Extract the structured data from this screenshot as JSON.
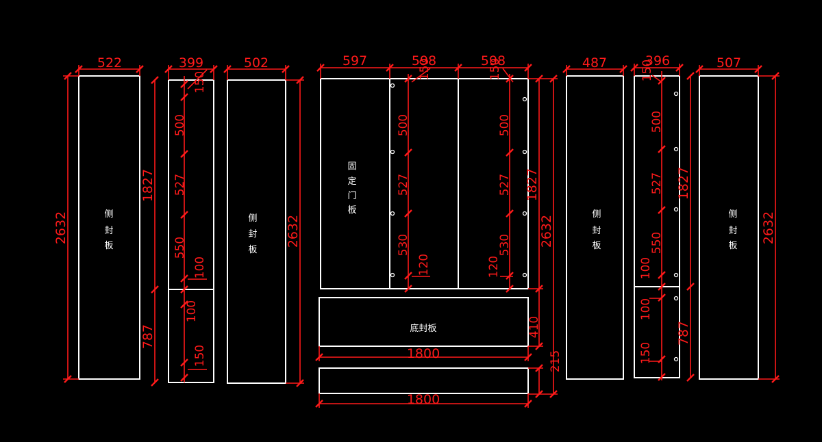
{
  "dimensions": {
    "p1_width": "522",
    "p1_height": "2632",
    "p2_width": "399",
    "p2_top": "150",
    "p2_upper": "1827",
    "p2_s1": "500",
    "p2_s2": "527",
    "p2_s3": "550",
    "p2_s4": "100",
    "p2_lower": "787",
    "p2_s5": "100",
    "p2_s6": "150",
    "p3_width": "502",
    "p3_height": "2632",
    "c_w1": "597",
    "c_w2": "598",
    "c_w3": "598",
    "c_top1": "150",
    "c_top2": "150",
    "c_s1": "500",
    "c_s2": "527",
    "c_s3": "530",
    "c_s4": "120",
    "c_r1": "500",
    "c_r2": "527",
    "c_r3": "530",
    "c_r4": "120",
    "c_upper": "1827",
    "c_total": "2632",
    "drawer_height": "410",
    "base_height": "215",
    "drawer_width": "1800",
    "base_width": "1800",
    "p5_width": "487",
    "p6_width": "396",
    "p6_top": "150",
    "p6_s1": "500",
    "p6_s2": "527",
    "p6_s3": "550",
    "p6_s4": "100",
    "p6_upper": "1827",
    "p6_s5": "100",
    "p6_s6": "150",
    "p6_lower": "787",
    "p7_width": "507",
    "p7_height": "2632"
  },
  "labels": {
    "side_panel": [
      "侧",
      "封",
      "板"
    ],
    "fixed_door": [
      "固",
      "定",
      "门",
      "板"
    ],
    "bottom_panel": "底封板"
  }
}
